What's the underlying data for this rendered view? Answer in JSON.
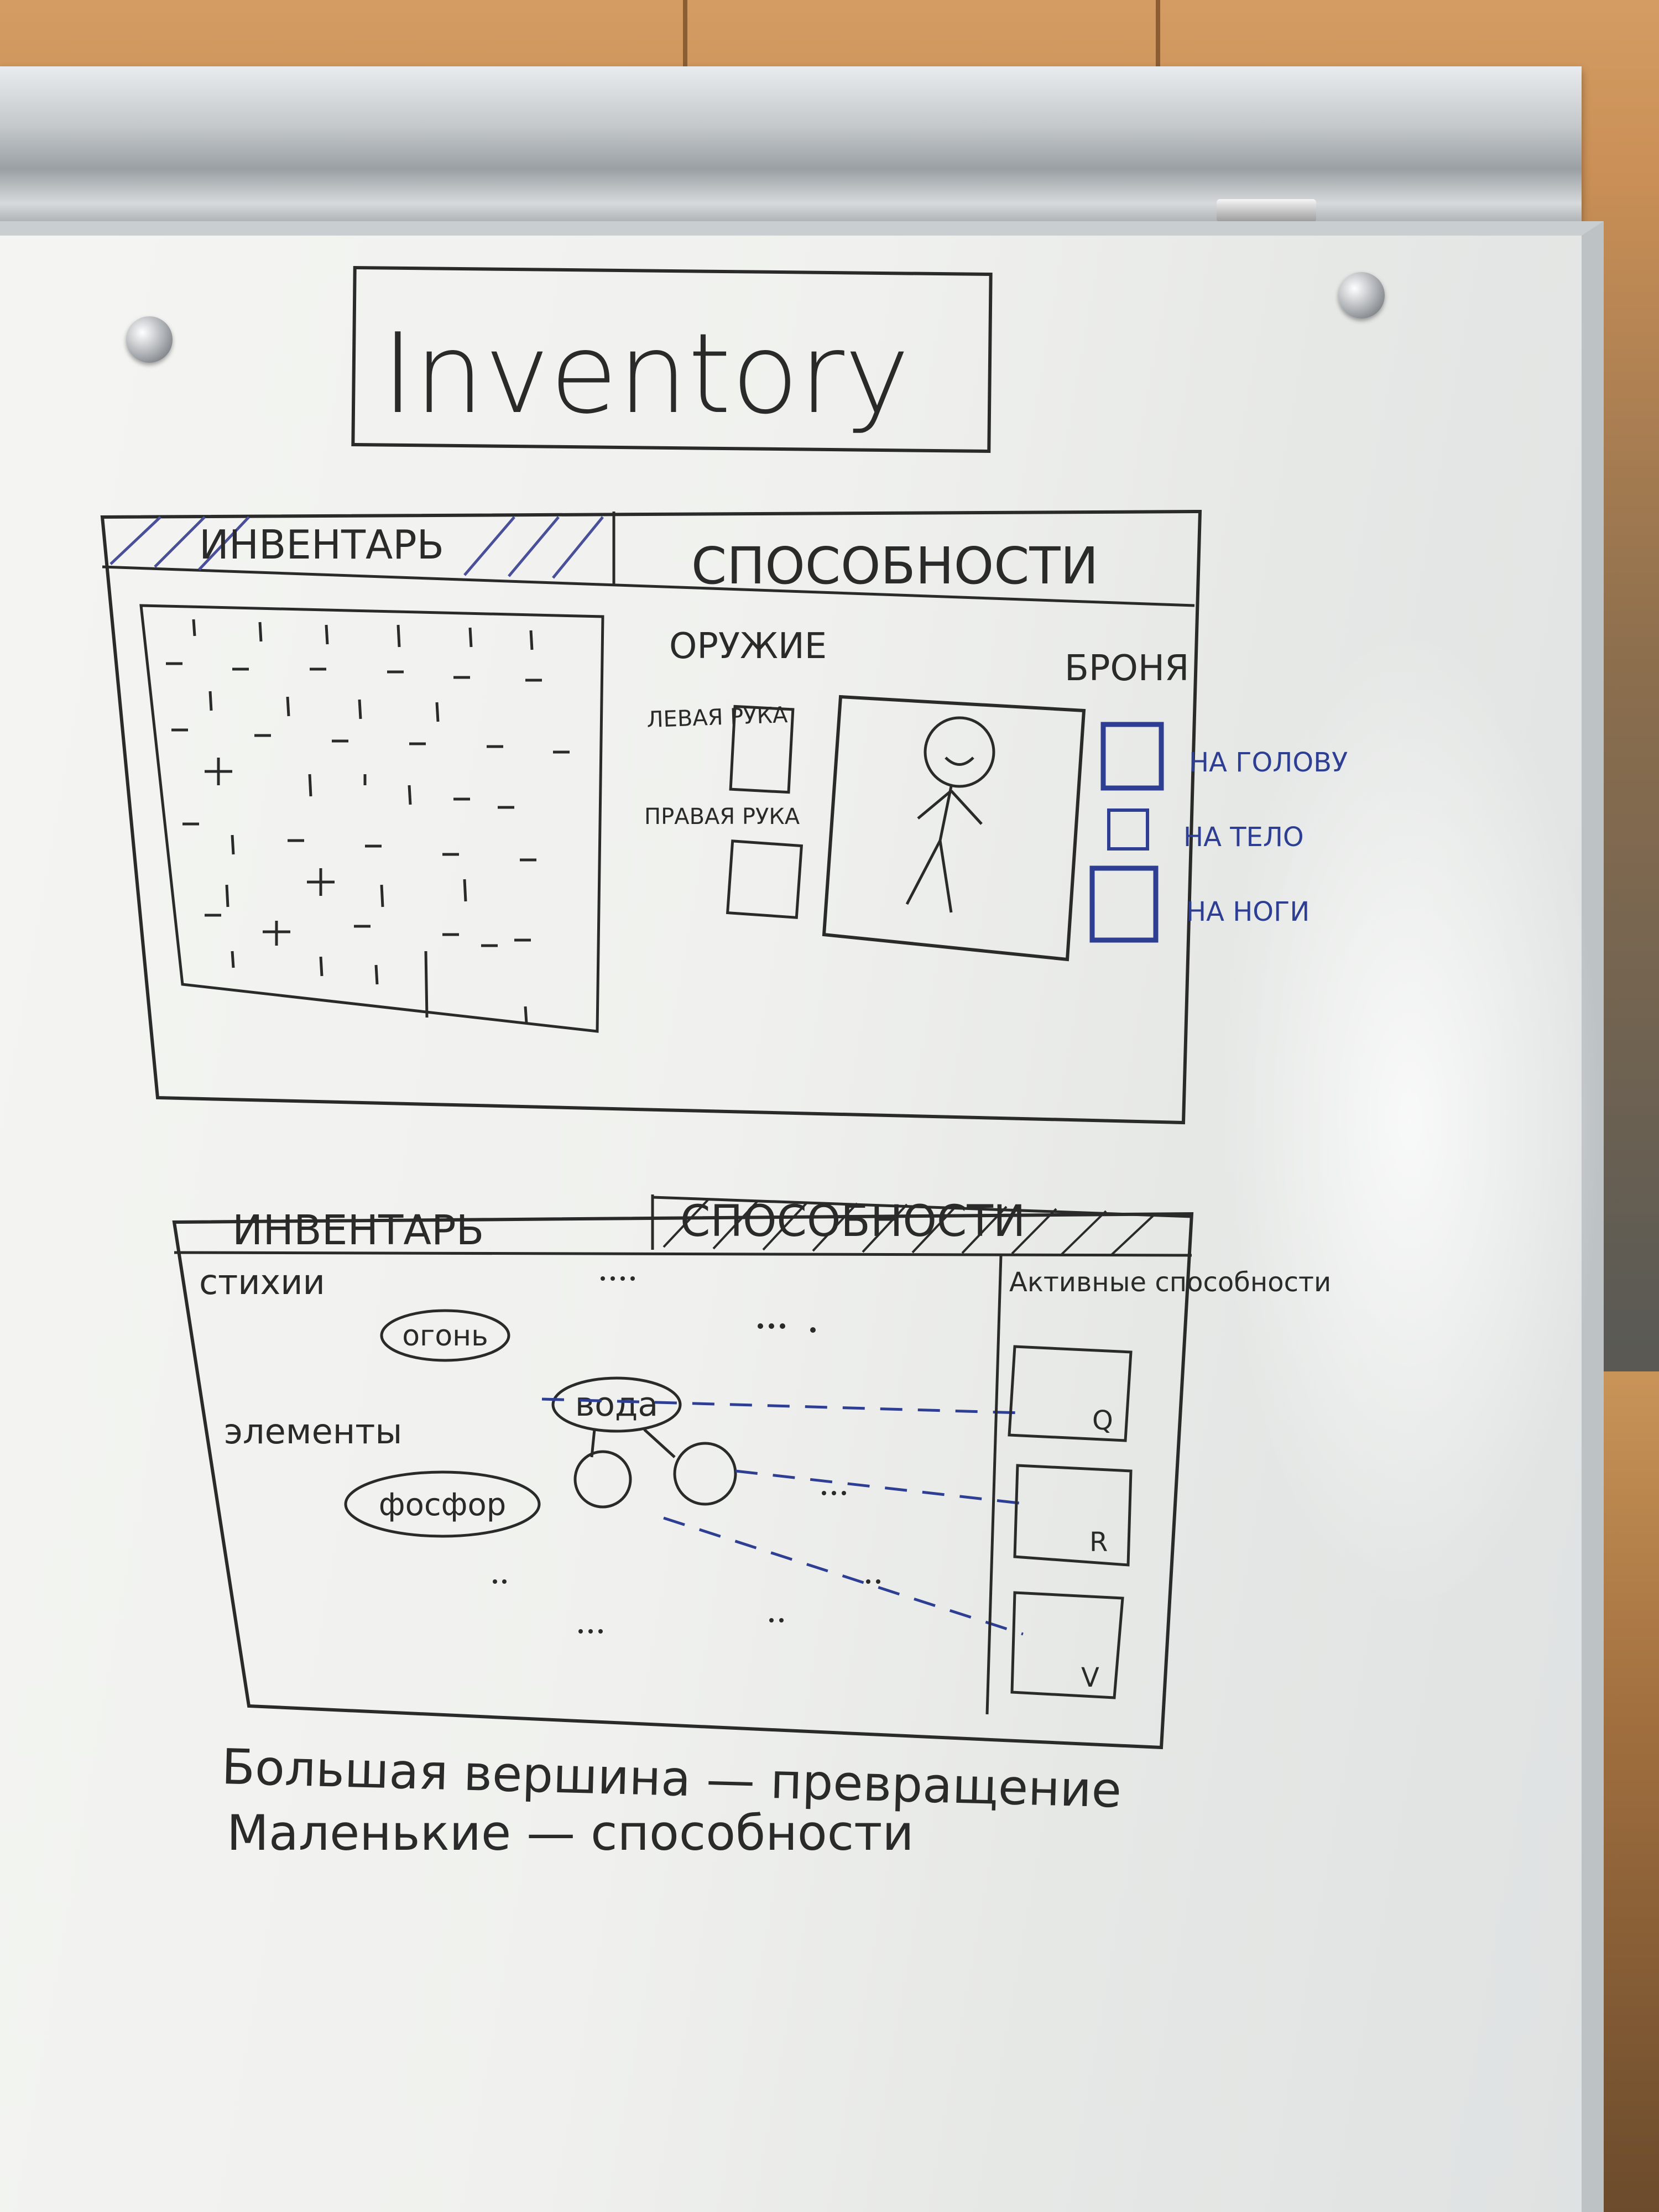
{
  "title": "Inventory",
  "panel_top": {
    "tab_inventory": "ИНВЕНТАРЬ",
    "tab_abilities": "СПОСОБНОСТИ",
    "weapon_label": "ОРУЖИЕ",
    "armor_label": "БРОНЯ",
    "left_hand": "ЛЕВАЯ РУКА",
    "right_hand": "ПРАВАЯ РУКА",
    "armor_slots": [
      "НА ГОЛОВУ",
      "НА ТЕЛО",
      "НА НОГИ"
    ]
  },
  "panel_bottom": {
    "tab_inventory": "ИНВЕНТАРЬ",
    "tab_abilities": "СПОСОБНОСТИ",
    "stihii_label": "стихии",
    "elements_label": "элементы",
    "nodes": [
      "огонь",
      "вода",
      "фосфор"
    ],
    "active_label": "Активные способности",
    "active_keys": [
      "Q",
      "R",
      "V"
    ]
  },
  "notes": [
    "Большая вершина — превращение",
    "Маленькие — способности"
  ],
  "colors": {
    "ink": "#2a2a2a",
    "blue_ink": "#2e3f93"
  }
}
